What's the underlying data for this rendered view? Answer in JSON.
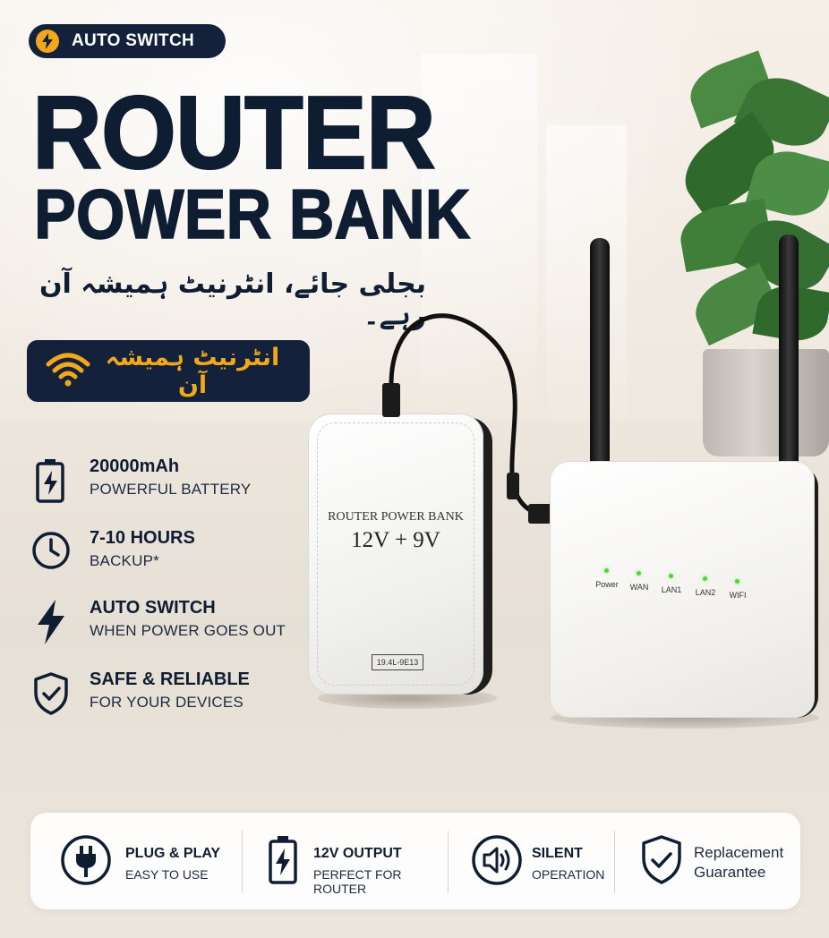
{
  "badge": {
    "label": "AUTO SWITCH",
    "icon": "lightning-bolt-icon"
  },
  "title": {
    "line1": "ROUTER",
    "line2": "POWER BANK"
  },
  "tagline_urdu": "بجلی جائے، انٹرنیٹ ہمیشہ آن رہے۔",
  "pill": {
    "text_urdu": "انٹرنیٹ ہمیشہ آن",
    "icon": "wifi-icon"
  },
  "features": [
    {
      "title": "20000mAh",
      "subtitle": "POWERFUL BATTERY",
      "icon": "battery-icon"
    },
    {
      "title": "7-10 HOURS",
      "subtitle": "BACKUP*",
      "icon": "clock-icon"
    },
    {
      "title": "AUTO SWITCH",
      "subtitle": "WHEN POWER GOES OUT",
      "icon": "lightning-bolt-icon"
    },
    {
      "title": "SAFE & RELIABLE",
      "subtitle": "FOR YOUR DEVICES",
      "icon": "shield-check-icon"
    }
  ],
  "product": {
    "label_line1": "ROUTER POWER BANK",
    "label_line2": "12V + 9V",
    "code": "19.4L-9E13"
  },
  "router": {
    "leds": [
      "Power",
      "WAN",
      "LAN1",
      "LAN2",
      "WIFI"
    ],
    "led_color": "#55d13d"
  },
  "bottom_bar": [
    {
      "title": "PLUG & PLAY",
      "subtitle": "EASY TO USE",
      "icon": "plug-icon"
    },
    {
      "title": "12V OUTPUT",
      "subtitle": "PERFECT FOR ROUTER",
      "icon": "battery-bolt-icon"
    },
    {
      "title": "SILENT",
      "subtitle": "OPERATION",
      "icon": "speaker-icon"
    },
    {
      "title": "Replacement",
      "subtitle": "Guarantee",
      "icon": "shield-check-icon"
    }
  ],
  "colors": {
    "navy": "#13213b",
    "accent": "#f2a81d"
  }
}
